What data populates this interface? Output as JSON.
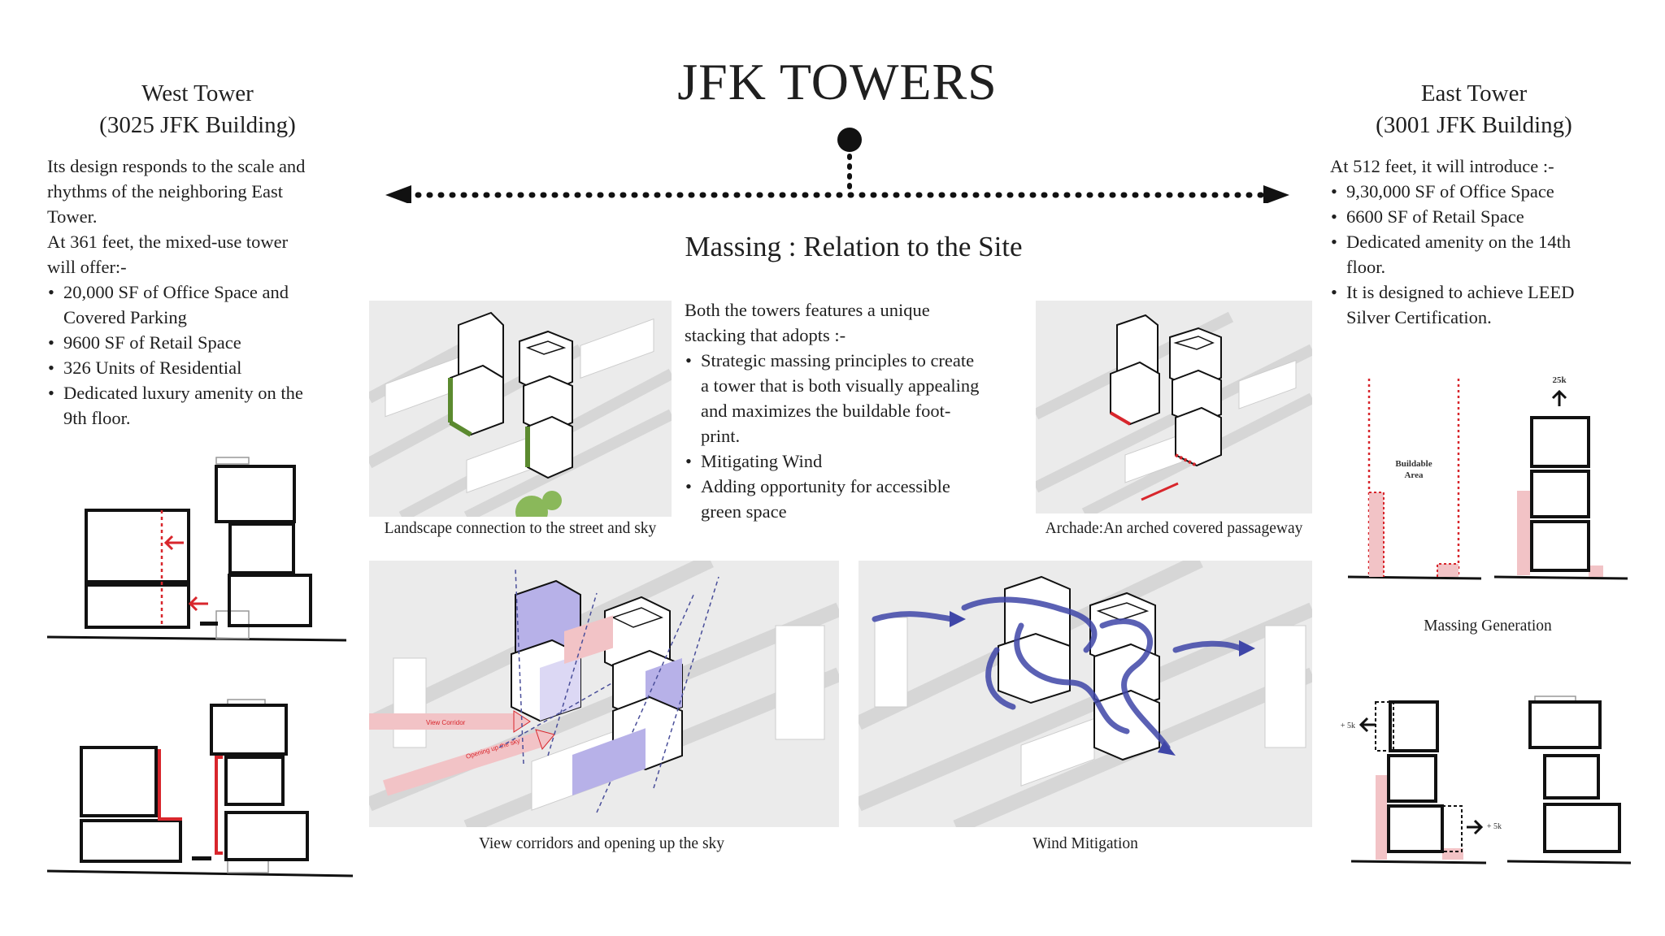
{
  "title": "JFK TOWERS",
  "subtitle": "Massing : Relation to the Site",
  "west": {
    "heading_1": "West Tower",
    "heading_2": "(3025  JFK Building)",
    "intro": [
      "Its design responds to the scale and",
      "rhythms of the neighboring East",
      "Tower.",
      "At 361 feet, the mixed-use tower",
      "will offer:-"
    ],
    "bullets": [
      [
        "20,000 SF of Office Space and",
        "Covered Parking"
      ],
      [
        "9600 SF of Retail Space"
      ],
      [
        "326 Units of Residential"
      ],
      [
        "Dedicated luxury amenity on the",
        "9th floor."
      ]
    ]
  },
  "east": {
    "heading_1": "East Tower",
    "heading_2": "(3001 JFK Building)",
    "intro": [
      "At 512 feet, it will introduce :-"
    ],
    "bullets": [
      [
        "9,30,000 SF of Office Space"
      ],
      [
        "6600 SF of Retail Space"
      ],
      [
        "Dedicated amenity on the 14th",
        "floor."
      ],
      [
        "It is designed to achieve LEED",
        "Silver Certification."
      ]
    ]
  },
  "center": {
    "intro": [
      "Both the towers features a unique",
      "stacking that adopts :-"
    ],
    "bullets": [
      [
        "Strategic massing principles to create",
        "a tower that is both visually appealing",
        "and maximizes the buildable foot-",
        "print."
      ],
      [
        "Mitigating Wind"
      ],
      [
        "Adding opportunity for accessible",
        "green space"
      ]
    ]
  },
  "captions": {
    "landscape": "Landscape connection to the street and sky",
    "archade": "Archade:An arched covered passageway",
    "view": "View corridors and opening up the sky",
    "wind": "Wind Mitigation",
    "massing_generation": "Massing Generation"
  },
  "diagram_labels": {
    "buildable": [
      "Buildable",
      "Area"
    ],
    "up_25k": "25k",
    "plus_5k_left": "+ 5k",
    "plus_5k_right": "+ 5k",
    "view_arrow_1": "View Corridor",
    "view_arrow_2": "Opening up the sky"
  },
  "colors": {
    "red": "#d8262c",
    "pink": "#f2c3c6",
    "purple": "#b7b1e8",
    "wind_blue": "#3f46a8",
    "green": "#5b8a2f"
  }
}
